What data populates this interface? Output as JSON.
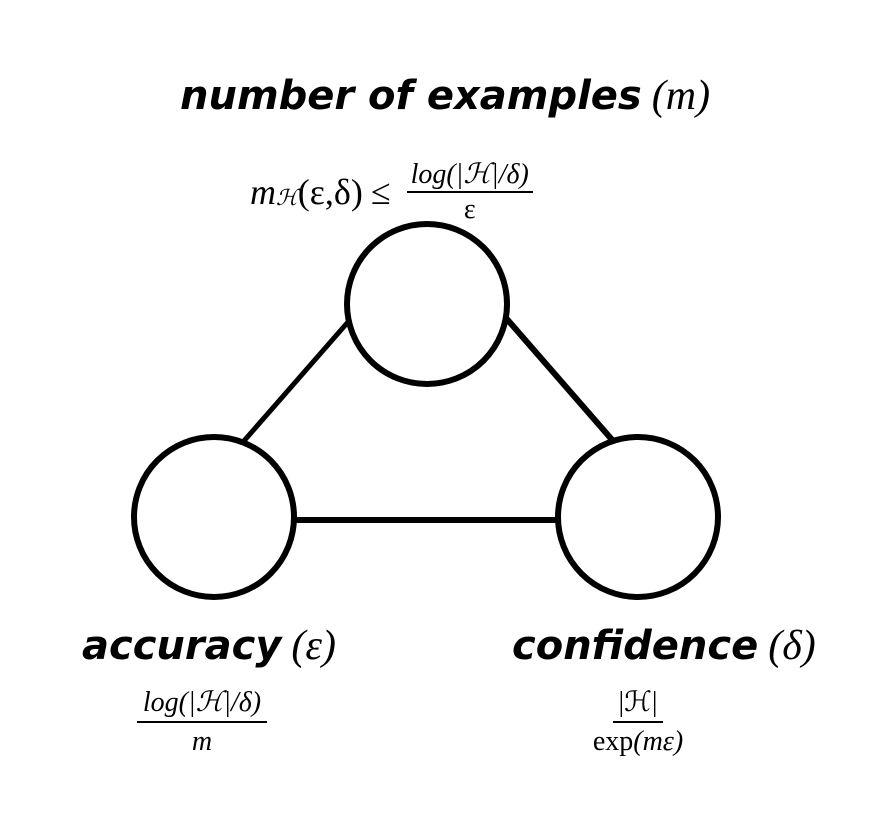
{
  "top": {
    "title": "number of examples",
    "symbol": "(m)",
    "formula_lhs": "m",
    "formula_sub": "ℋ",
    "formula_args": "(ε,δ)",
    "formula_rel": "≤",
    "formula_num": "log(|ℋ|/δ)",
    "formula_den": "ε"
  },
  "left": {
    "title": "accuracy",
    "symbol": "(ε)",
    "num": "log(|ℋ|/δ)",
    "den": "m"
  },
  "right": {
    "title": "confidence",
    "symbol": "(δ)",
    "num": "|ℋ|",
    "den_fn": "exp",
    "den_arg": "(mε)"
  }
}
